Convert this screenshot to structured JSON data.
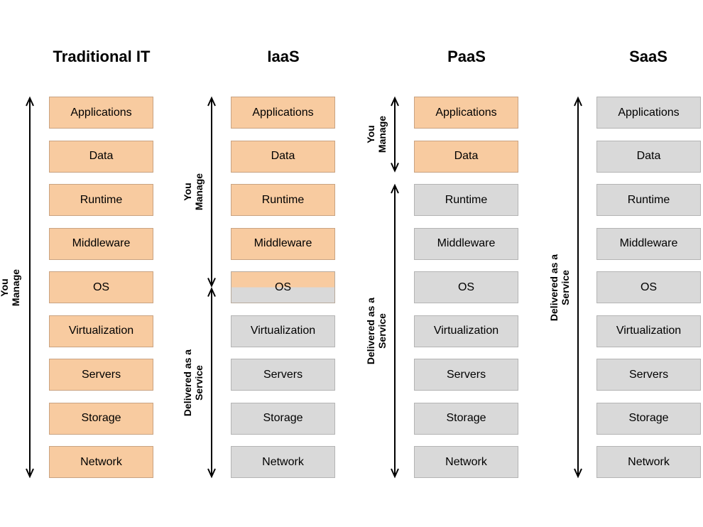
{
  "columns": [
    {
      "title": "Traditional IT",
      "layers": [
        {
          "label": "Applications",
          "state": "managed"
        },
        {
          "label": "Data",
          "state": "managed"
        },
        {
          "label": "Runtime",
          "state": "managed"
        },
        {
          "label": "Middleware",
          "state": "managed"
        },
        {
          "label": "OS",
          "state": "managed"
        },
        {
          "label": "Virtualization",
          "state": "managed"
        },
        {
          "label": "Servers",
          "state": "managed"
        },
        {
          "label": "Storage",
          "state": "managed"
        },
        {
          "label": "Network",
          "state": "managed"
        }
      ],
      "brackets": [
        {
          "label": "You\nManage",
          "from_layer": 0,
          "to_layer": 8
        }
      ]
    },
    {
      "title": "IaaS",
      "layers": [
        {
          "label": "Applications",
          "state": "managed"
        },
        {
          "label": "Data",
          "state": "managed"
        },
        {
          "label": "Runtime",
          "state": "managed"
        },
        {
          "label": "Middleware",
          "state": "managed"
        },
        {
          "label": "OS",
          "state": "split"
        },
        {
          "label": "Virtualization",
          "state": "service"
        },
        {
          "label": "Servers",
          "state": "service"
        },
        {
          "label": "Storage",
          "state": "service"
        },
        {
          "label": "Network",
          "state": "service"
        }
      ],
      "brackets": [
        {
          "label": "You\nManage",
          "from_layer": 0,
          "to_layer": 4.5
        },
        {
          "label": "Delivered as a\nService",
          "from_layer": 4.5,
          "to_layer": 8
        }
      ]
    },
    {
      "title": "PaaS",
      "layers": [
        {
          "label": "Applications",
          "state": "managed"
        },
        {
          "label": "Data",
          "state": "managed"
        },
        {
          "label": "Runtime",
          "state": "service"
        },
        {
          "label": "Middleware",
          "state": "service"
        },
        {
          "label": "OS",
          "state": "service"
        },
        {
          "label": "Virtualization",
          "state": "service"
        },
        {
          "label": "Servers",
          "state": "service"
        },
        {
          "label": "Storage",
          "state": "service"
        },
        {
          "label": "Network",
          "state": "service"
        }
      ],
      "brackets": [
        {
          "label": "You\nManage",
          "from_layer": 0,
          "to_layer": 1
        },
        {
          "label": "Delivered as a\nService",
          "from_layer": 2,
          "to_layer": 8
        }
      ]
    },
    {
      "title": "SaaS",
      "layers": [
        {
          "label": "Applications",
          "state": "service"
        },
        {
          "label": "Data",
          "state": "service"
        },
        {
          "label": "Runtime",
          "state": "service"
        },
        {
          "label": "Middleware",
          "state": "service"
        },
        {
          "label": "OS",
          "state": "service"
        },
        {
          "label": "Virtualization",
          "state": "service"
        },
        {
          "label": "Servers",
          "state": "service"
        },
        {
          "label": "Storage",
          "state": "service"
        },
        {
          "label": "Network",
          "state": "service"
        }
      ],
      "brackets": [
        {
          "label": "Delivered as a\nService",
          "from_layer": 0,
          "to_layer": 8
        }
      ]
    }
  ],
  "colors": {
    "managed": "#f8cba0",
    "service": "#d9d9d9",
    "arrow": "#000000"
  }
}
